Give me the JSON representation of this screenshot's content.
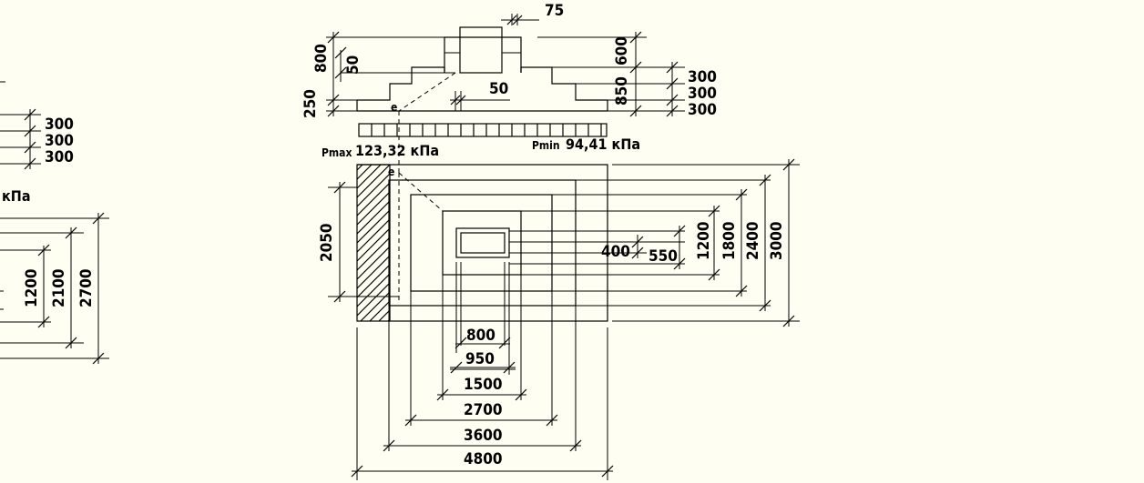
{
  "section": {
    "top_dim": "75",
    "left_dims": [
      "800",
      "250"
    ],
    "inner_dims": [
      "50",
      "50"
    ],
    "right_dims": [
      "600",
      "850"
    ],
    "step_dims": [
      "300",
      "300",
      "300"
    ],
    "eccentricity": "e",
    "pmax_prefix": "Pmax",
    "pmax_value": "123,32  кПа",
    "pmin_prefix": "Pmin",
    "pmin_value": "94,41  кПа"
  },
  "plan": {
    "eccentricity": "e",
    "left_dim": "2050",
    "right_dims": [
      "400",
      "550",
      "1200",
      "1800",
      "2400",
      "3000"
    ],
    "bottom_dims": [
      "800",
      "950",
      "1500",
      "2700",
      "3600",
      "4800"
    ]
  },
  "left_fragment": {
    "step_dims": [
      "300",
      "300",
      "300"
    ],
    "unit_text": "кПа",
    "dims": [
      "1200",
      "2100",
      "2700"
    ]
  }
}
